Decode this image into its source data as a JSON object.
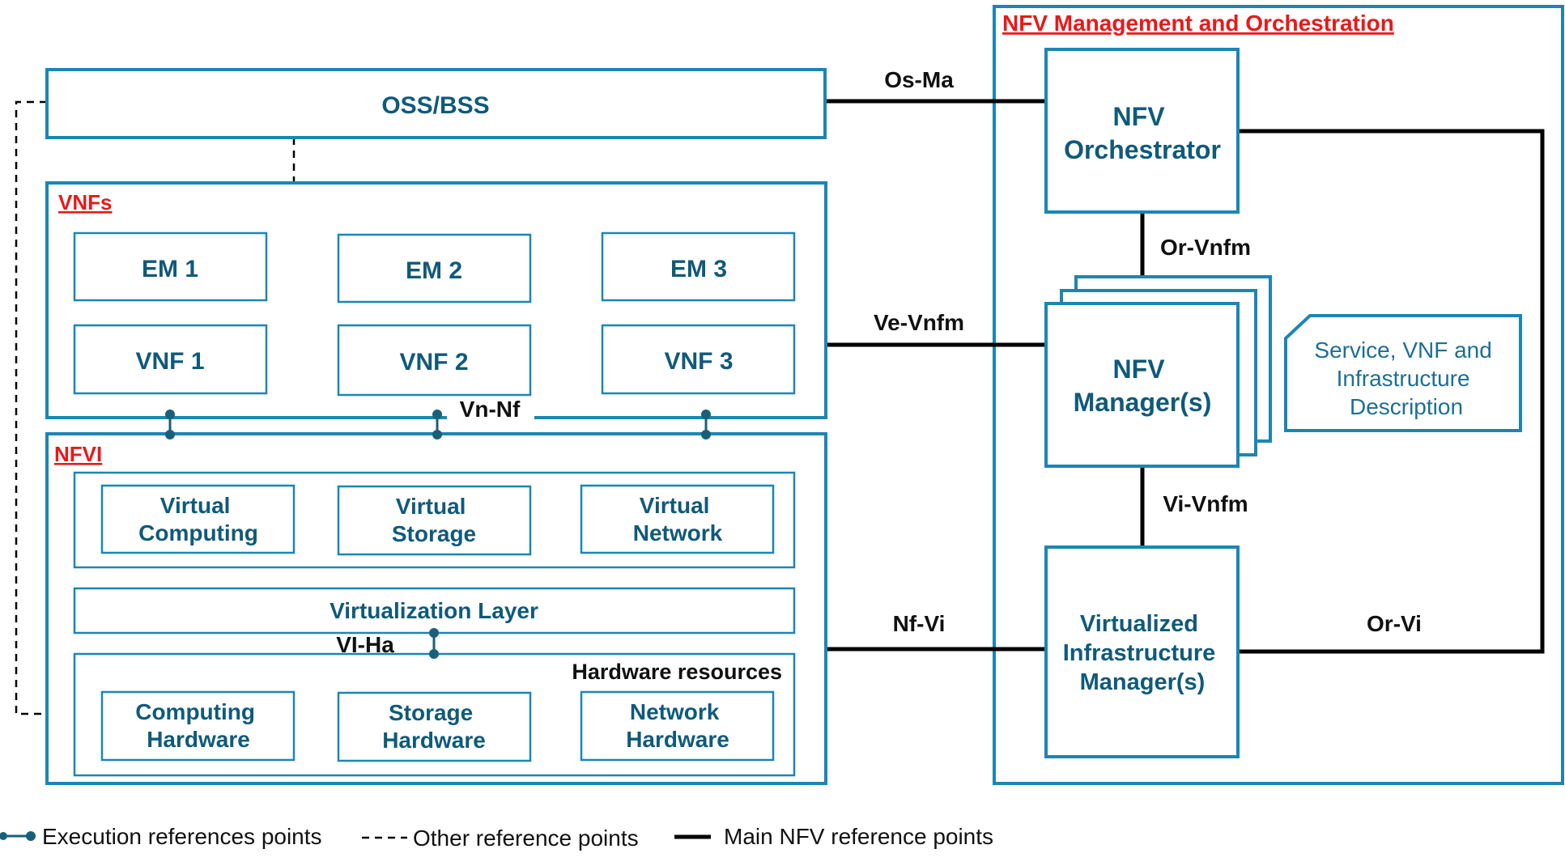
{
  "sections": {
    "mano": "NFV Management and Orchestration",
    "vnfs": "VNFs",
    "nfvi": "NFVI"
  },
  "oss_bss": "OSS/BSS",
  "em": [
    "EM 1",
    "EM 2",
    "EM 3"
  ],
  "vnf": [
    "VNF 1",
    "VNF 2",
    "VNF 3"
  ],
  "virtual": [
    [
      "Virtual",
      "Computing"
    ],
    [
      "Virtual",
      "Storage"
    ],
    [
      "Virtual",
      "Network"
    ]
  ],
  "virtualization_layer": "Virtualization Layer",
  "hardware_resources": "Hardware resources",
  "hardware": [
    [
      "Computing",
      "Hardware"
    ],
    [
      "Storage",
      "Hardware"
    ],
    [
      "Network",
      "Hardware"
    ]
  ],
  "orchestrator": [
    "NFV",
    "Orchestrator"
  ],
  "vnf_manager": [
    "NFV",
    "Manager(s)"
  ],
  "vim": [
    "Virtualized",
    "Infrastructure",
    "Manager(s)"
  ],
  "description": [
    "Service, VNF and",
    "Infrastructure",
    "Description"
  ],
  "refs": {
    "os_ma": "Os-Ma",
    "or_vnfm": "Or-Vnfm",
    "ve_vnfm": "Ve-Vnfm",
    "vi_vnfm": "Vi-Vnfm",
    "nf_vi": "Nf-Vi",
    "or_vi": "Or-Vi",
    "vn_nf": "Vn-Nf",
    "vi_ha": "VI-Ha"
  },
  "legend": {
    "execution": "Execution references points",
    "other": "Other reference points",
    "main": "Main NFV reference points"
  },
  "colors": {
    "box_border": "#1b86b4",
    "label_text": "#0f5a7a",
    "section_title": "#e8191a",
    "execution_line": "#1a5f7a"
  }
}
